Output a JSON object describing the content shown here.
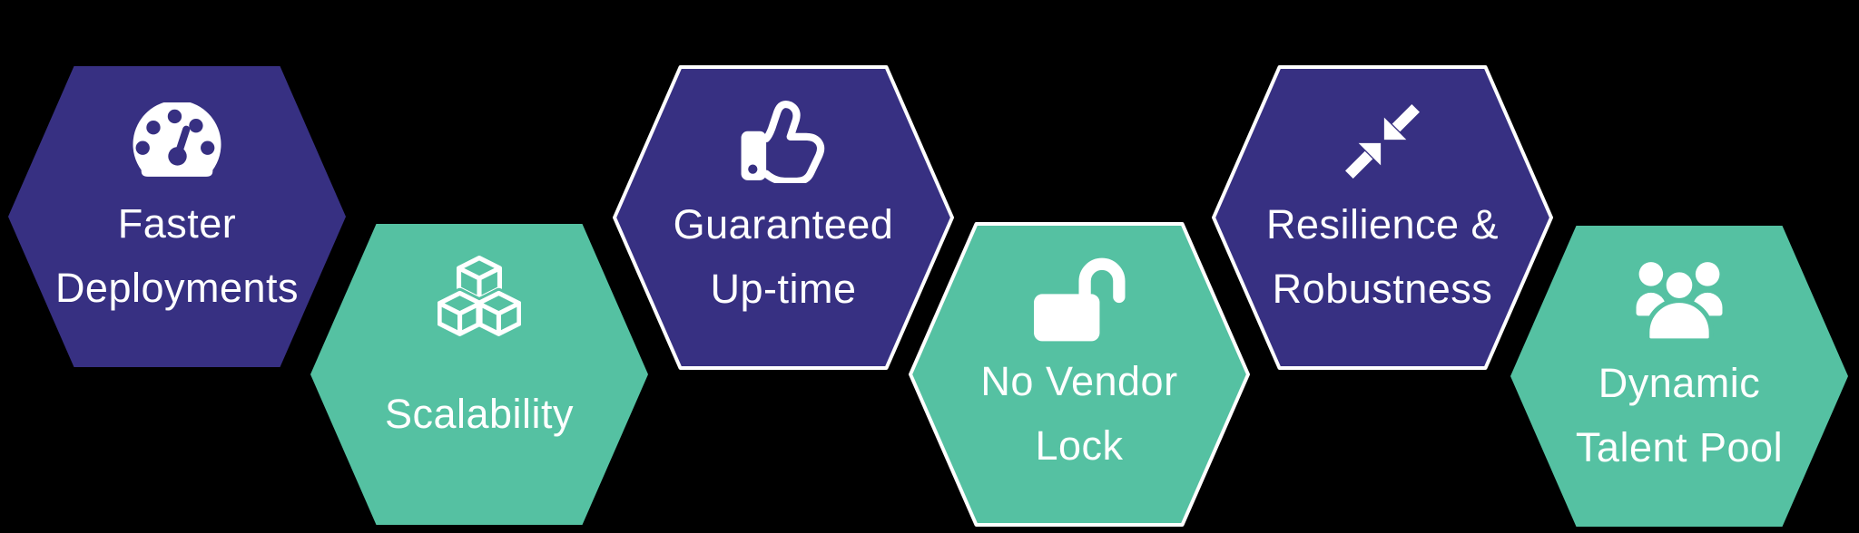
{
  "title": "Benefits hexagon band",
  "colors": {
    "purple": "#373082",
    "teal": "#55C1A2",
    "background": "#000000",
    "border": "#FFFFFF",
    "text": "#FFFFFF"
  },
  "hexagons": [
    {
      "name": "faster-deployments",
      "fill": "purple",
      "bordered": false,
      "icon": "speedometer-icon",
      "lines": [
        "Faster",
        "Deployments"
      ]
    },
    {
      "name": "scalability",
      "fill": "teal",
      "bordered": false,
      "icon": "cubes-icon",
      "lines": [
        "Scalability"
      ]
    },
    {
      "name": "guaranteed-up-time",
      "fill": "purple",
      "bordered": true,
      "icon": "thumbs-up-icon",
      "lines": [
        "Guaranteed",
        "Up-time"
      ]
    },
    {
      "name": "no-vendor-lock",
      "fill": "teal",
      "bordered": true,
      "icon": "unlock-icon",
      "lines": [
        "No Vendor",
        "Lock"
      ]
    },
    {
      "name": "resilience-robustness",
      "fill": "purple",
      "bordered": true,
      "icon": "compress-arrows-icon",
      "lines": [
        "Resilience &",
        "Robustness"
      ]
    },
    {
      "name": "dynamic-talent-pool",
      "fill": "teal",
      "bordered": false,
      "icon": "users-icon",
      "lines": [
        "Dynamic",
        "Talent Pool"
      ]
    }
  ]
}
